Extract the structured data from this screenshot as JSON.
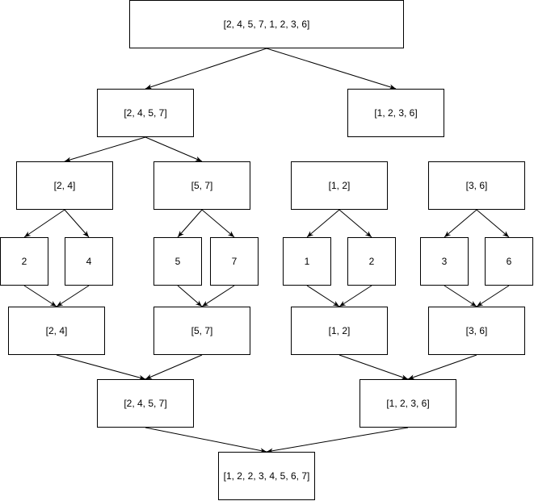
{
  "diagram": {
    "nodes": [
      {
        "id": "n0",
        "label": "[2, 4, 5, 7, 1, 2, 3, 6]"
      },
      {
        "id": "n1",
        "label": "[2, 4, 5, 7]"
      },
      {
        "id": "n2",
        "label": "[1, 2, 3, 6]"
      },
      {
        "id": "n3",
        "label": "[2, 4]"
      },
      {
        "id": "n4",
        "label": "[5, 7]"
      },
      {
        "id": "n5",
        "label": "[1, 2]"
      },
      {
        "id": "n6",
        "label": "[3, 6]"
      },
      {
        "id": "n7",
        "label": "2"
      },
      {
        "id": "n8",
        "label": "4"
      },
      {
        "id": "n9",
        "label": "5"
      },
      {
        "id": "n10",
        "label": "7"
      },
      {
        "id": "n11",
        "label": "1"
      },
      {
        "id": "n12",
        "label": "2"
      },
      {
        "id": "n13",
        "label": "3"
      },
      {
        "id": "n14",
        "label": "6"
      },
      {
        "id": "n15",
        "label": "[2, 4]"
      },
      {
        "id": "n16",
        "label": "[5, 7]"
      },
      {
        "id": "n17",
        "label": "[1, 2]"
      },
      {
        "id": "n18",
        "label": "[3, 6]"
      },
      {
        "id": "n19",
        "label": "[2, 4, 5, 7]"
      },
      {
        "id": "n20",
        "label": "[1, 2, 3, 6]"
      },
      {
        "id": "n21",
        "label": "[1, 2, 2, 3, 4, 5, 6, 7]"
      }
    ],
    "edges": [
      {
        "from": "n0",
        "to": "n1"
      },
      {
        "from": "n0",
        "to": "n2"
      },
      {
        "from": "n1",
        "to": "n3"
      },
      {
        "from": "n1",
        "to": "n4"
      },
      {
        "from": "n3",
        "to": "n7"
      },
      {
        "from": "n3",
        "to": "n8"
      },
      {
        "from": "n4",
        "to": "n9"
      },
      {
        "from": "n4",
        "to": "n10"
      },
      {
        "from": "n5",
        "to": "n11"
      },
      {
        "from": "n5",
        "to": "n12"
      },
      {
        "from": "n6",
        "to": "n13"
      },
      {
        "from": "n6",
        "to": "n14"
      },
      {
        "from": "n7",
        "to": "n15"
      },
      {
        "from": "n8",
        "to": "n15"
      },
      {
        "from": "n9",
        "to": "n16"
      },
      {
        "from": "n10",
        "to": "n16"
      },
      {
        "from": "n11",
        "to": "n17"
      },
      {
        "from": "n12",
        "to": "n17"
      },
      {
        "from": "n13",
        "to": "n18"
      },
      {
        "from": "n14",
        "to": "n18"
      },
      {
        "from": "n15",
        "to": "n19"
      },
      {
        "from": "n16",
        "to": "n19"
      },
      {
        "from": "n17",
        "to": "n20"
      },
      {
        "from": "n18",
        "to": "n20"
      },
      {
        "from": "n19",
        "to": "n21"
      },
      {
        "from": "n20",
        "to": "n21"
      }
    ],
    "colors": {
      "stroke": "#000000",
      "fill": "#ffffff",
      "text": "#000000"
    }
  }
}
